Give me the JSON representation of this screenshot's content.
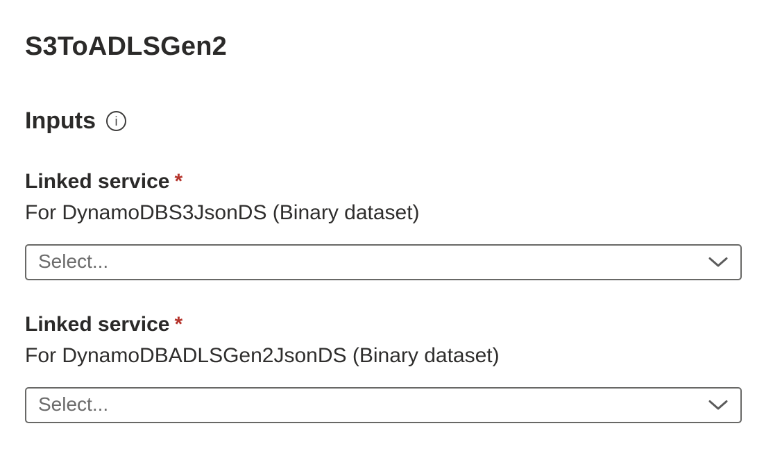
{
  "page": {
    "title": "S3ToADLSGen2"
  },
  "inputs_section": {
    "heading": "Inputs",
    "info_icon": "i",
    "fields": [
      {
        "label": "Linked service",
        "required_marker": "*",
        "description": "For DynamoDBS3JsonDS (Binary dataset)",
        "dropdown_placeholder": "Select..."
      },
      {
        "label": "Linked service",
        "required_marker": "*",
        "description": "For DynamoDBADLSGen2JsonDS (Binary dataset)",
        "dropdown_placeholder": "Select..."
      }
    ]
  },
  "colors": {
    "text": "#2b2a29",
    "required_red": "#b5342c",
    "placeholder_gray": "#6b6b6b",
    "border_gray": "#686866"
  }
}
